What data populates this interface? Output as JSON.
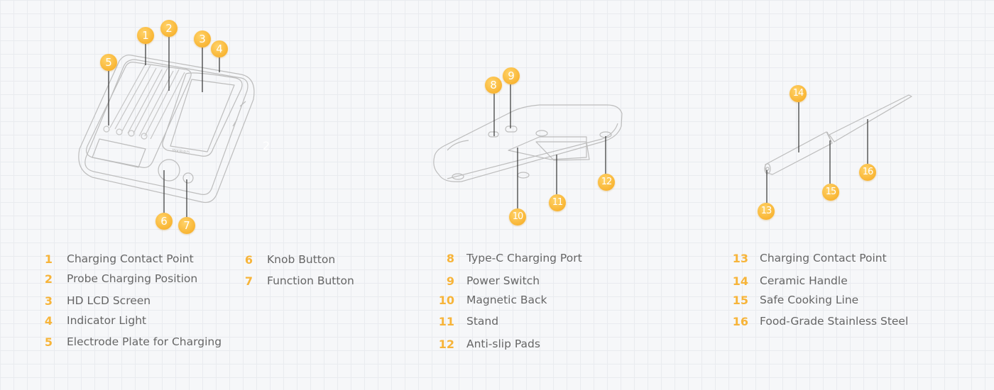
{
  "accent_color": "#f6a81c",
  "text_color": "#666666",
  "brand_mark": "INKBIRD",
  "stray_label": "2",
  "badges": [
    "1",
    "2",
    "3",
    "4",
    "5",
    "6",
    "7",
    "8",
    "9",
    "10",
    "11",
    "12",
    "13",
    "14",
    "15",
    "16"
  ],
  "legend": {
    "col1": [
      {
        "num": "1",
        "label": "Charging Contact Point"
      },
      {
        "num": "2",
        "label": "Probe Charging Position"
      },
      {
        "num": "3",
        "label": "HD LCD Screen"
      },
      {
        "num": "4",
        "label": "Indicator Light"
      },
      {
        "num": "5",
        "label": "Electrode Plate for Charging"
      }
    ],
    "col2": [
      {
        "num": "6",
        "label": "Knob Button"
      },
      {
        "num": "7",
        "label": "Function Button"
      }
    ],
    "col3": [
      {
        "num": "8",
        "label": "Type-C Charging Port"
      },
      {
        "num": "9",
        "label": "Power Switch"
      },
      {
        "num": "10",
        "label": "Magnetic Back"
      },
      {
        "num": "11",
        "label": "Stand"
      },
      {
        "num": "12",
        "label": "Anti-slip Pads"
      }
    ],
    "col4": [
      {
        "num": "13",
        "label": "Charging Contact Point"
      },
      {
        "num": "14",
        "label": "Ceramic Handle"
      },
      {
        "num": "15",
        "label": "Safe Cooking Line"
      },
      {
        "num": "16",
        "label": "Food-Grade Stainless Steel"
      }
    ]
  }
}
